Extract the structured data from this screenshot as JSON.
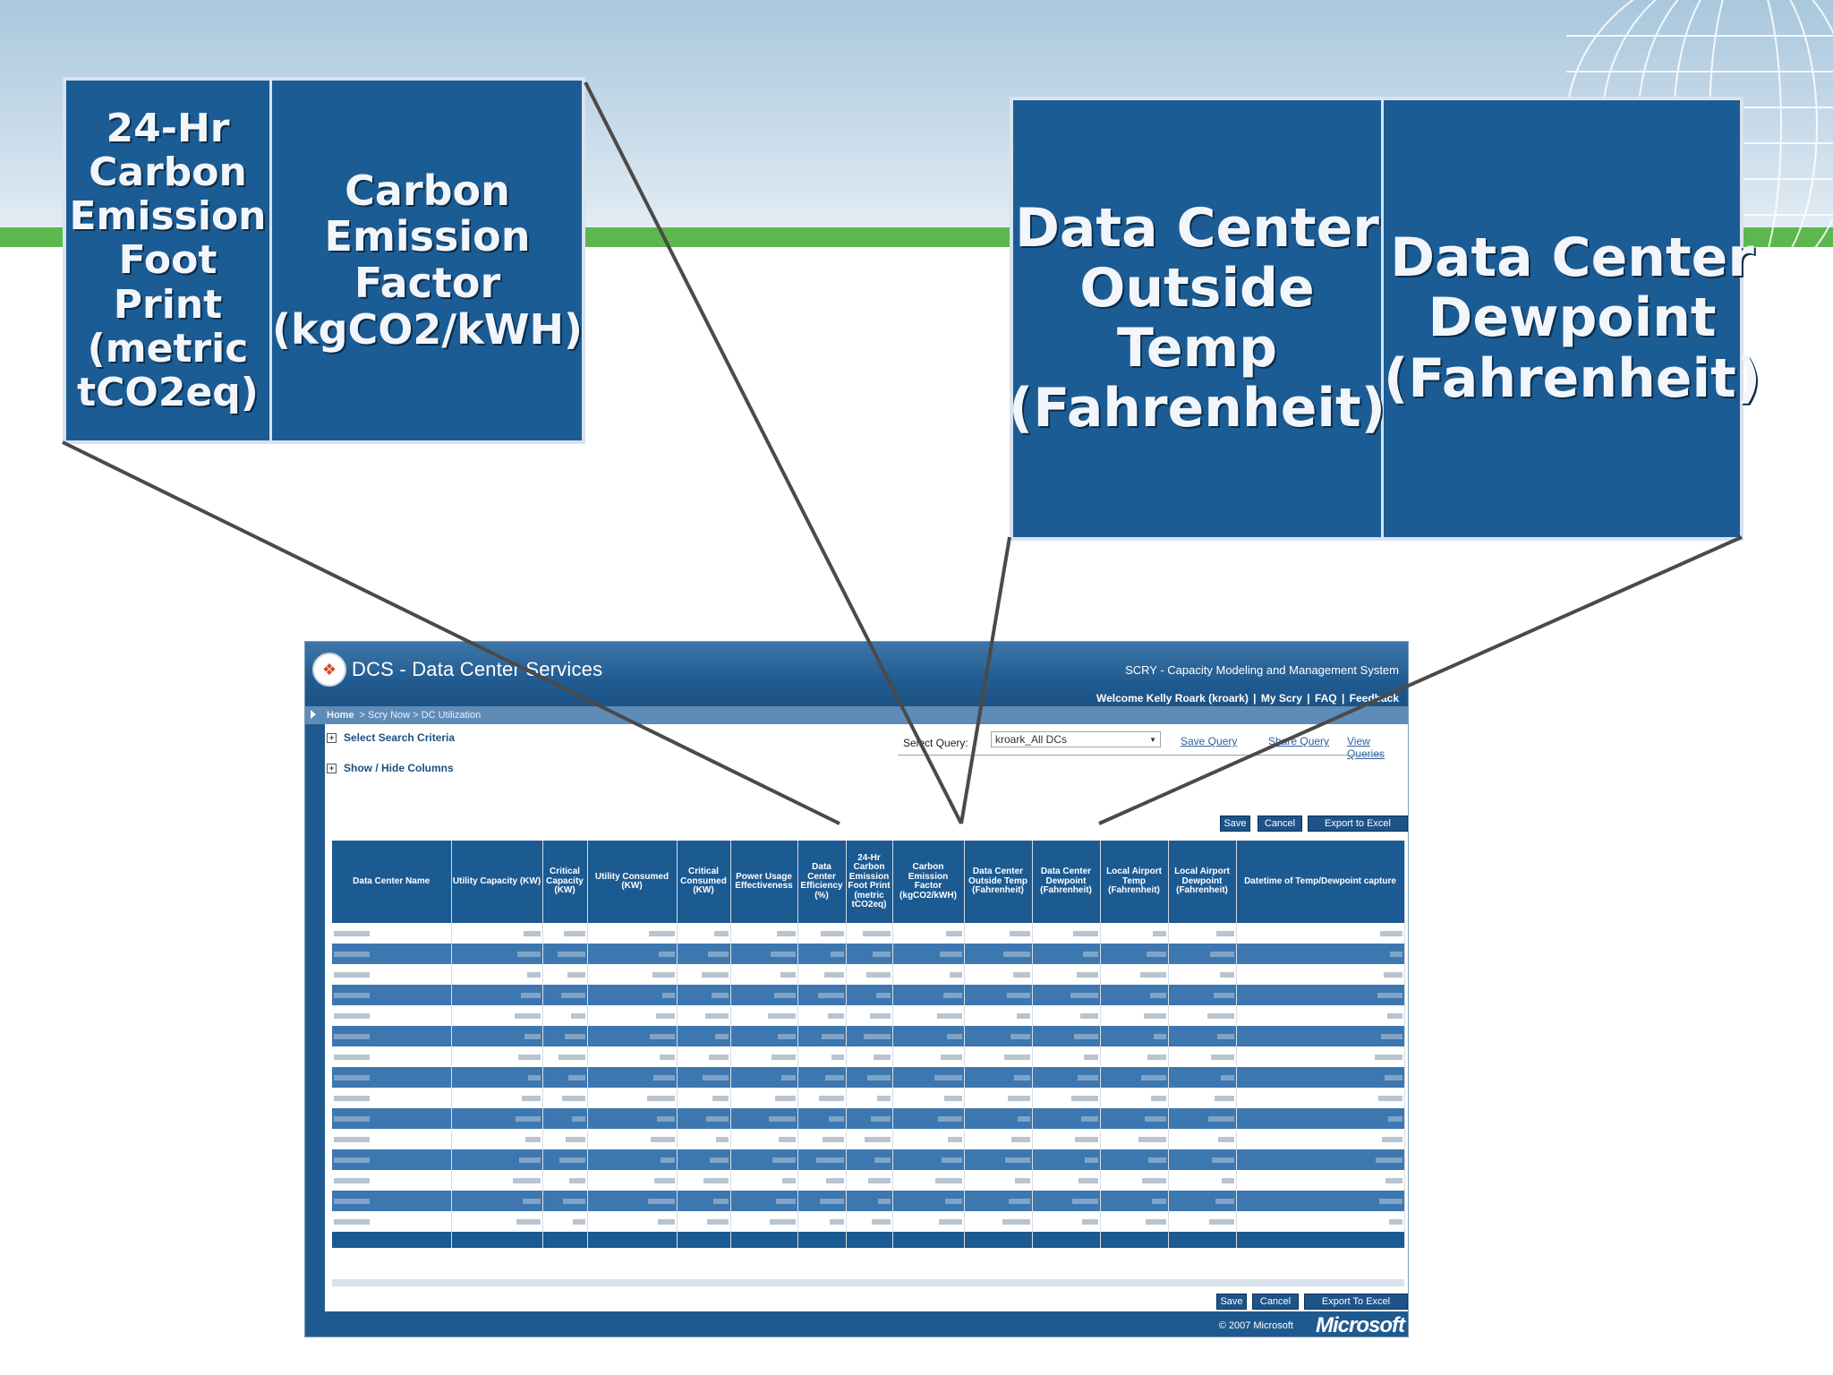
{
  "callouts": {
    "left": {
      "col1": "24-Hr Carbon Emission Foot Print (metric tCO2eq)",
      "col2": "Carbon Emission Factor (kgCO2/kWH)"
    },
    "right": {
      "col1": "Data Center Outside Temp (Fahrenheit)",
      "col2": "Data Center Dewpoint (Fahrenheit)"
    }
  },
  "app": {
    "title": "DCS - Data Center Services",
    "system_title": "SCRY - Capacity Modeling and Management System",
    "welcome": {
      "user": "Welcome Kelly Roark (kroark)",
      "my_scry": "My Scry",
      "faq": "FAQ",
      "feedback": "Feedback"
    },
    "breadcrumb": {
      "home": "Home",
      "path": "> Scry Now > DC Utilization"
    },
    "search_criteria_label": "Select Search Criteria",
    "show_hide_label": "Show / Hide Columns",
    "query": {
      "label": "Select Query:",
      "value": "kroark_All DCs",
      "save": "Save Query",
      "share": "Share Query",
      "view": "View Queries"
    },
    "buttons": {
      "save": "Save",
      "cancel": "Cancel",
      "export_top": "Export to Excel",
      "export_bottom": "Export To Excel"
    },
    "table": {
      "headers": [
        "Data Center Name",
        "Utility Capacity (KW)",
        "Critical Capacity (KW)",
        "Utility Consumed (KW)",
        "Critical Consumed (KW)",
        "Power Usage Effectiveness",
        "Data Center Efficiency (%)",
        "24-Hr Carbon Emission Foot Print (metric tCO2eq)",
        "Carbon Emission Factor (kgCO2/kWH)",
        "Data Center Outside Temp (Fahrenheit)",
        "Data Center Dewpoint (Fahrenheit)",
        "Local Airport Temp (Fahrenheit)",
        "Local Airport Dewpoint (Fahrenheit)",
        "Datetime of Temp/Dewpoint capture"
      ]
    },
    "footer": {
      "copyright": "© 2007 Microsoft",
      "brand": "Microsoft"
    }
  }
}
